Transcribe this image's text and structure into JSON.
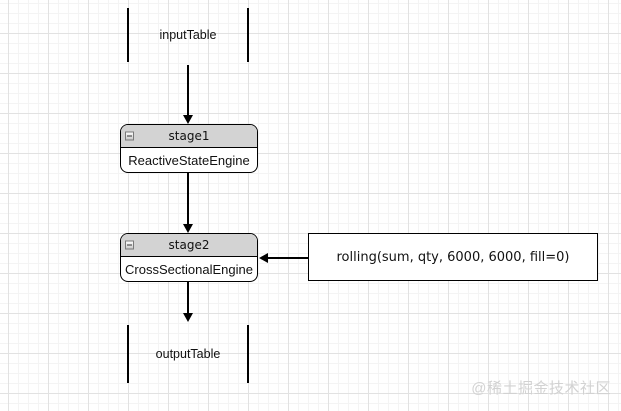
{
  "diagram": {
    "nodes": {
      "input_table": {
        "label": "inputTable"
      },
      "stage1": {
        "title": "stage1",
        "body": "ReactiveStateEngine",
        "collapse_icon": "minus"
      },
      "stage2": {
        "title": "stage2",
        "body": "CrossSectionalEngine",
        "collapse_icon": "minus"
      },
      "output_table": {
        "label": "outputTable"
      },
      "annotation": {
        "label": "rolling(sum, qty, 6000, 6000, fill=0)"
      }
    },
    "edges": [
      {
        "from": "inputTable",
        "to": "stage1",
        "direction": "down"
      },
      {
        "from": "stage1",
        "to": "stage2",
        "direction": "down"
      },
      {
        "from": "stage2",
        "to": "outputTable",
        "direction": "down"
      },
      {
        "from": "annotation",
        "to": "stage2",
        "direction": "left"
      }
    ],
    "watermark": "@稀土掘金技术社区"
  },
  "colors": {
    "canvas_bg": "#ffffff",
    "grid_minor": "#f4f4f4",
    "grid_major": "#e2e2e2",
    "node_border": "#000000",
    "node_header_bg": "#d3d3d3",
    "edge": "#000000",
    "watermark": "#d2d2d2"
  }
}
